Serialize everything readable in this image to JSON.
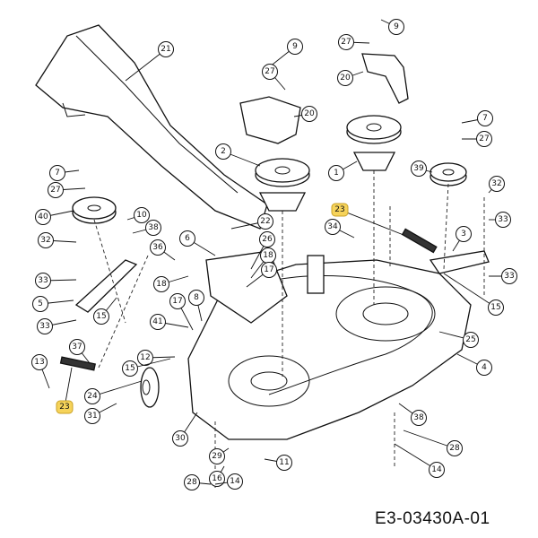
{
  "diagram": {
    "drawing_code": "E3-03430A-01",
    "highlight_color": "#f6d35a",
    "callouts": [
      "21",
      "9",
      "27",
      "20",
      "9",
      "27",
      "20",
      "2",
      "1",
      "7",
      "27",
      "39",
      "32",
      "33",
      "23",
      "34",
      "3",
      "33",
      "15",
      "7",
      "27",
      "40",
      "10",
      "38",
      "32",
      "22",
      "36",
      "6",
      "26",
      "18",
      "17",
      "18",
      "33",
      "5",
      "15",
      "33",
      "17",
      "8",
      "41",
      "12",
      "37",
      "13",
      "15",
      "23",
      "24",
      "31",
      "25",
      "4",
      "38",
      "30",
      "29",
      "28",
      "16",
      "11",
      "14",
      "28",
      "14"
    ],
    "highlighted": [
      "23"
    ]
  }
}
